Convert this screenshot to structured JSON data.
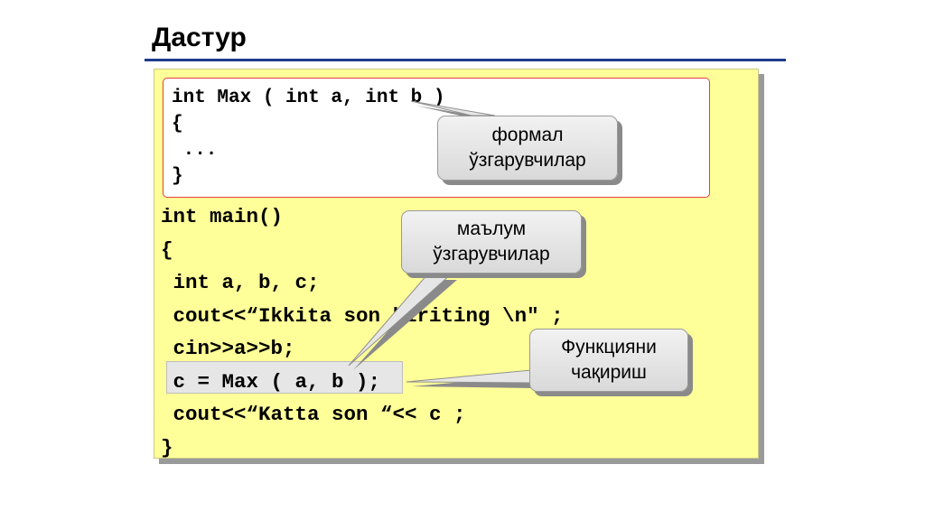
{
  "slide": {
    "title": "Дастур"
  },
  "code": {
    "func_lines": [
      "int Max ( int a, int b )",
      "{",
      " ...",
      "}"
    ],
    "main_lines": [
      "int main()",
      "{",
      " int a, b, c;",
      " cout<<“Ikkita son kiriting \\n\" ;",
      " cin>>a>>b;",
      " c = Max ( a, b );",
      " cout<<“Katta son “<< c ;",
      "}"
    ]
  },
  "callouts": {
    "formal": [
      "формал",
      "ўзгарувчилар"
    ],
    "known": [
      "маълум",
      "ўзгарувчилар"
    ],
    "call": [
      "Функцияни",
      "чақириш"
    ]
  },
  "colors": {
    "panel_bg": "#ffff99",
    "func_border": "#e04040",
    "title_rule": "#1f3b8c"
  }
}
